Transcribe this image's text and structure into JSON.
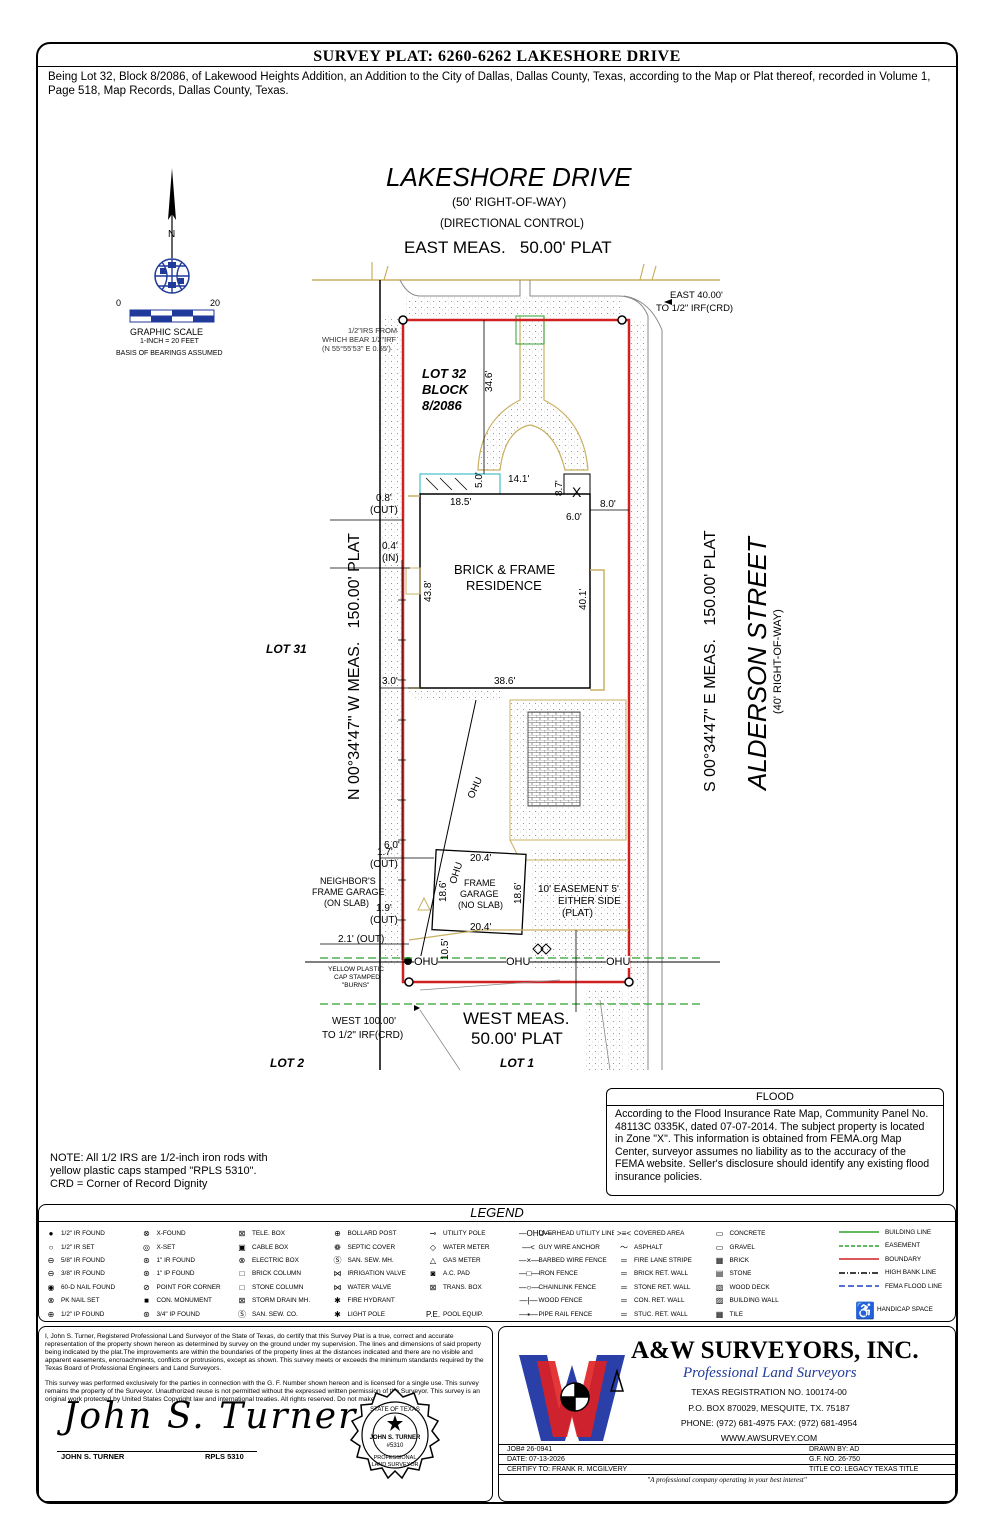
{
  "title": "SURVEY PLAT: 6260-6262 LAKESHORE DRIVE",
  "description": "Being Lot 32, Block 8/2086, of Lakewood Heights Addition, an Addition to the City of Dallas, Dallas County, Texas, according to the Map or Plat thereof, recorded in Volume 1, Page 518, Map Records, Dallas County, Texas.",
  "scale": {
    "zero": "0",
    "twenty": "20",
    "label": "GRAPHIC SCALE",
    "ratio": "1-INCH = 20 FEET",
    "basis": "BASIS OF BEARINGS ASSUMED",
    "north": "N"
  },
  "streets": {
    "north_name": "LAKESHORE DRIVE",
    "north_row": "(50' RIGHT-OF-WAY)",
    "north_control": "(DIRECTIONAL CONTROL)",
    "north_meas": "EAST MEAS.   50.00' PLAT",
    "east_name": "ALDERSON STREET",
    "east_row": "(40' RIGHT-OF-WAY)"
  },
  "labels": {
    "east40_1": "EAST 40.00'",
    "east40_2": "TO 1/2\" IRF(CRD)",
    "irs1": "1/2\"IRS FROM",
    "irs2": "WHICH BEAR 1/2\"IRF",
    "irs3": "(N 55°55'53\" E 0.55')",
    "lot32_1": "LOT 32",
    "lot32_2": "BLOCK",
    "lot32_3": "8/2086",
    "d346": "34.6'",
    "d50": "5.0'",
    "d141": "14.1'",
    "d87": "8.7'",
    "d185": "18.5'",
    "d60a": "6.0'",
    "d80": "8.0'",
    "d08a": "0.8'",
    "d08b": "(OUT)",
    "d04a": "0.4'",
    "d04b": "(IN)",
    "res1": "BRICK & FRAME",
    "res2": "RESIDENCE",
    "d438": "43.8'",
    "d401": "40.1'",
    "d30": "3.0'",
    "d386": "38.6'",
    "west_bearing": "N 00°34'47\" W MEAS.   150.00' PLAT",
    "east_bearing": "S 00°34'47\" E MEAS.   150.00' PLAT",
    "lot31": "LOT 31",
    "ohu": "OHU",
    "x": "X",
    "d60b": "6.0'",
    "d17a": "1.7'",
    "d17b": "(OUT)",
    "d204a": "20.4'",
    "d204b": "20.4'",
    "d186a": "18.6'",
    "d186b": "18.6'",
    "ng1": "NEIGHBOR'S",
    "ng2": "FRAME GARAGE",
    "ng3": "(ON SLAB)",
    "fg1": "FRAME",
    "fg2": "GARAGE",
    "fg3": "(NO SLAB)",
    "es1": "10' EASEMENT 5'",
    "es2": "EITHER SIDE",
    "es3": "(PLAT)",
    "d19a": "1.9'",
    "d19b": "(OUT)",
    "d21": "2.1' (OUT)",
    "d105": "10.5'",
    "cap1": "YELLOW PLASTIC",
    "cap2": "CAP STAMPED",
    "cap3": "\"BURNS\"",
    "w100_1": "WEST 100.00'",
    "w100_2": "TO 1/2\" IRF(CRD)",
    "south1": "WEST MEAS.",
    "south2": "50.00' PLAT",
    "lot2": "LOT 2",
    "lot1": "LOT 1"
  },
  "flood": {
    "heading": "FLOOD",
    "text": "According to the Flood Insurance Rate Map, Community Panel No. 48113C 0335K, dated 07-07-2014.  The subject property is located in Zone \"X\". This information is obtained from FEMA.org Map Center, surveyor assumes no liability as to the accuracy of the FEMA website. Seller's disclosure should identify any existing flood insurance policies."
  },
  "note": {
    "l1": "NOTE: All 1/2 IRS are 1/2-inch iron rods with",
    "l2": "yellow plastic caps stamped \"RPLS 5310\".",
    "l3": "CRD = Corner of Record Dignity"
  },
  "legend": {
    "heading": "LEGEND",
    "items": [
      {
        "icon": "●",
        "label": "1/2\" IR FOUND"
      },
      {
        "icon": "⊗",
        "label": "X-FOUND"
      },
      {
        "icon": "⊠",
        "label": "TELE. BOX"
      },
      {
        "icon": "⊕",
        "label": "BOLLARD POST"
      },
      {
        "icon": "⊸",
        "label": "UTILITY POLE"
      },
      {
        "icon": "—OHU—",
        "label": "OVERHEAD UTILITY LINE"
      },
      {
        "icon": ">≡<",
        "label": "COVERED AREA"
      },
      {
        "icon": "▭",
        "label": "CONCRETE"
      },
      {
        "icon": "○",
        "label": "1/2\" IR SET"
      },
      {
        "icon": "◎",
        "label": "X-SET"
      },
      {
        "icon": "▣",
        "label": "CABLE BOX"
      },
      {
        "icon": "❁",
        "label": "SEPTIC COVER"
      },
      {
        "icon": "◇",
        "label": "WATER METER"
      },
      {
        "icon": "—<",
        "label": "GUY WIRE ANCHOR"
      },
      {
        "icon": "～",
        "label": "ASPHALT"
      },
      {
        "icon": "▭",
        "label": "GRAVEL"
      },
      {
        "icon": "⊖",
        "label": "5/8\" IR FOUND"
      },
      {
        "icon": "⊛",
        "label": "1\" IR FOUND"
      },
      {
        "icon": "⊗",
        "label": "ELECTRIC BOX"
      },
      {
        "icon": "Ⓢ",
        "label": "SAN. SEW. MH."
      },
      {
        "icon": "△",
        "label": "GAS METER"
      },
      {
        "icon": "—×—",
        "label": "BARBED WIRE FENCE"
      },
      {
        "icon": "═",
        "label": "FIRE LANE STRIPE"
      },
      {
        "icon": "▦",
        "label": "BRICK"
      },
      {
        "icon": "⊖",
        "label": "3/8\" IR FOUND"
      },
      {
        "icon": "⊛",
        "label": "1\" IP FOUND"
      },
      {
        "icon": "□",
        "label": "BRICK COLUMN"
      },
      {
        "icon": "⋈",
        "label": "IRRIGATION VALVE"
      },
      {
        "icon": "◙",
        "label": "A.C. PAD"
      },
      {
        "icon": "—□—",
        "label": "IRON FENCE"
      },
      {
        "icon": "═",
        "label": "BRICK RET. WALL"
      },
      {
        "icon": "▤",
        "label": "STONE"
      },
      {
        "icon": "◉",
        "label": "60-D NAIL FOUND"
      },
      {
        "icon": "⊘",
        "label": "POINT FOR CORNER"
      },
      {
        "icon": "□",
        "label": "STONE COLUMN"
      },
      {
        "icon": "⋈",
        "label": "WATER VALVE"
      },
      {
        "icon": "⊠",
        "label": "TRANS. BOX"
      },
      {
        "icon": "—○—",
        "label": "CHAINLINK FENCE"
      },
      {
        "icon": "═",
        "label": "STONE RET. WALL"
      },
      {
        "icon": "▧",
        "label": "WOOD DECK"
      },
      {
        "icon": "⊗",
        "label": "PK NAIL SET"
      },
      {
        "icon": "■",
        "label": "CON. MONUMENT"
      },
      {
        "icon": "⊠",
        "label": "STORM DRAIN MH."
      },
      {
        "icon": "✱",
        "label": "FIRE HYDRANT"
      },
      {
        "icon": "",
        "label": ""
      },
      {
        "icon": "—|—",
        "label": "WOOD FENCE"
      },
      {
        "icon": "═",
        "label": "CON. RET. WALL"
      },
      {
        "icon": "▨",
        "label": "BUILDING WALL"
      },
      {
        "icon": "⊕",
        "label": "1/2\" IP FOUND"
      },
      {
        "icon": "⊛",
        "label": "3/4\" IP FOUND"
      },
      {
        "icon": "Ⓢ",
        "label": "SAN. SEW. CO."
      },
      {
        "icon": "✱",
        "label": "LIGHT POLE"
      },
      {
        "icon": "P.E.",
        "label": "POOL EQUIP."
      },
      {
        "icon": "—▪—",
        "label": "PIPE RAIL FENCE"
      },
      {
        "icon": "═",
        "label": "STUC. RET. WALL"
      },
      {
        "icon": "▦",
        "label": "TILE"
      }
    ],
    "lines": [
      {
        "label": "BUILDING LINE",
        "color": "#2ea02e",
        "dash": ""
      },
      {
        "label": "EASEMENT",
        "color": "#2ea02e",
        "dash": "4 2"
      },
      {
        "label": "BOUNDARY",
        "color": "#d02020",
        "dash": ""
      },
      {
        "label": "HIGH BANK LINE",
        "color": "#000000",
        "dash": "6 2 1 2"
      },
      {
        "label": "FEMA FLOOD LINE",
        "color": "#2040c0",
        "dash": "6 3"
      }
    ],
    "handicap": "HANDICAP SPACE"
  },
  "certification": {
    "p1": "I, John S. Turner, Registered Professional Land Surveyor of the State of Texas, do certify that this Survey Plat is a true, correct and accurate representation of the property shown hereon as determined by survey on the ground under my supervision. The lines and dimensions of said property being indicated by the plat.The improvements are within the boundaries of the property lines at the distances indicated and there are no visible  and apparent easements, encroachments, conflicts or protrusions, except as shown. This survey meets or  exceeds the minimum standards required by the Texas Board of Professional Engineers and Land Surveyors.",
    "p2": "This survey was performed exclusively for the parties in connection with the G. F. Number shown hereon and is licensed for a single use.  This survey remains the property of the Surveyor. Unauthorized reuse is not permitted without the expressed written permission of the Surveyor. This survey is an original work protected by United States Copyright law and international treaties. All rights reserved. Do not make illegal copies.",
    "signature": "John S. Turner",
    "name": "JOHN S. TURNER",
    "rpls": "RPLS 5310",
    "seal1": "STATE OF TEXAS",
    "seal2": "JOHN S. TURNER",
    "seal3": "#5310",
    "seal4": "PROFESSIONAL",
    "seal5": "LAND SURVEYOR"
  },
  "company": {
    "name": "A&W SURVEYORS, INC.",
    "subtitle": "Professional Land Surveyors",
    "reg": "TEXAS REGISTRATION NO. 100174-00",
    "box": "P.O. BOX 870029, MESQUITE, TX. 75187",
    "phone": "PHONE: (972) 681-4975 FAX: (972) 681-4954",
    "web": "WWW.AWSURVEY.COM",
    "job": "JOB#   26-0941",
    "drawn": "DRAWN BY:   AD",
    "date": "DATE:   07-13-2026",
    "gf": "G.F. NO.     26-750",
    "certify": "CERTIFY TO: FRANK R. MCGILVERY",
    "titleco": "TITLE CO:    LEGACY TEXAS TITLE",
    "tagline": "\"A professional company operating in your best interest\"",
    "logo_blue": "#2b3fa8",
    "logo_red": "#e02020"
  }
}
